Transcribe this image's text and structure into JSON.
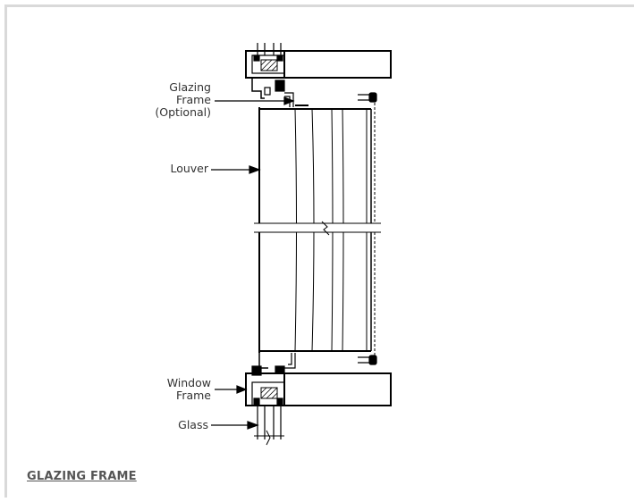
{
  "labels": {
    "glazing_frame_line1": "Glazing",
    "glazing_frame_line2": "Frame",
    "glazing_frame_line3": "(Optional)",
    "louver": "Louver",
    "window_frame_line1": "Window",
    "window_frame_line2": "Frame",
    "glass": "Glass"
  },
  "caption": "GLAZING FRAME",
  "colors": {
    "line": "#000000",
    "border": "#d9d9d9",
    "text": "#333333",
    "caption": "#555555"
  }
}
